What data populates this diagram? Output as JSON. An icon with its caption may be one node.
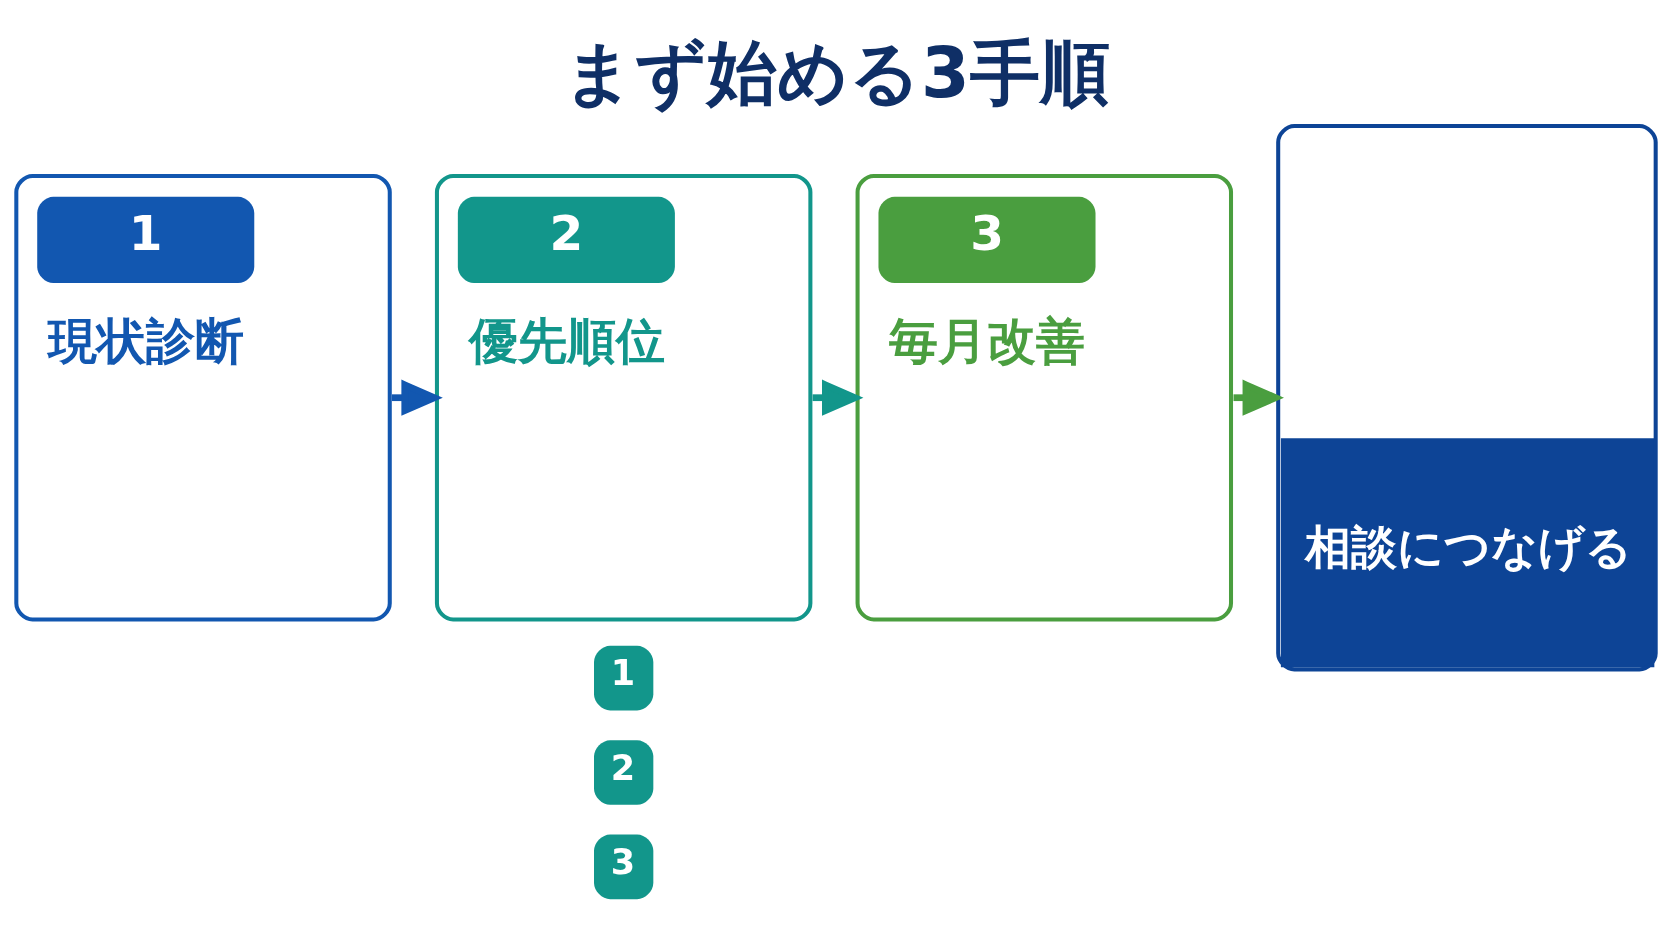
{
  "diagram": {
    "title": "まず始める3手順",
    "nodes": [
      {
        "text": [
          "1",
          "現状診断"
        ]
      },
      {
        "text": [
          "2",
          "優先順位"
        ]
      },
      {
        "text": [
          "3",
          "毎月改善"
        ]
      },
      {
        "text": [
          "相談につなげる"
        ]
      }
    ],
    "edges": [
      {
        "from": 0,
        "to": 1,
        "arrow": "to",
        "color": "#1257b0"
      },
      {
        "from": 1,
        "to": 2,
        "arrow": "to",
        "color": "#12968b"
      },
      {
        "from": 2,
        "to": 3,
        "arrow": "to",
        "color": "#4a9e3f"
      }
    ],
    "labels": [
      "1",
      "2",
      "3"
    ]
  }
}
